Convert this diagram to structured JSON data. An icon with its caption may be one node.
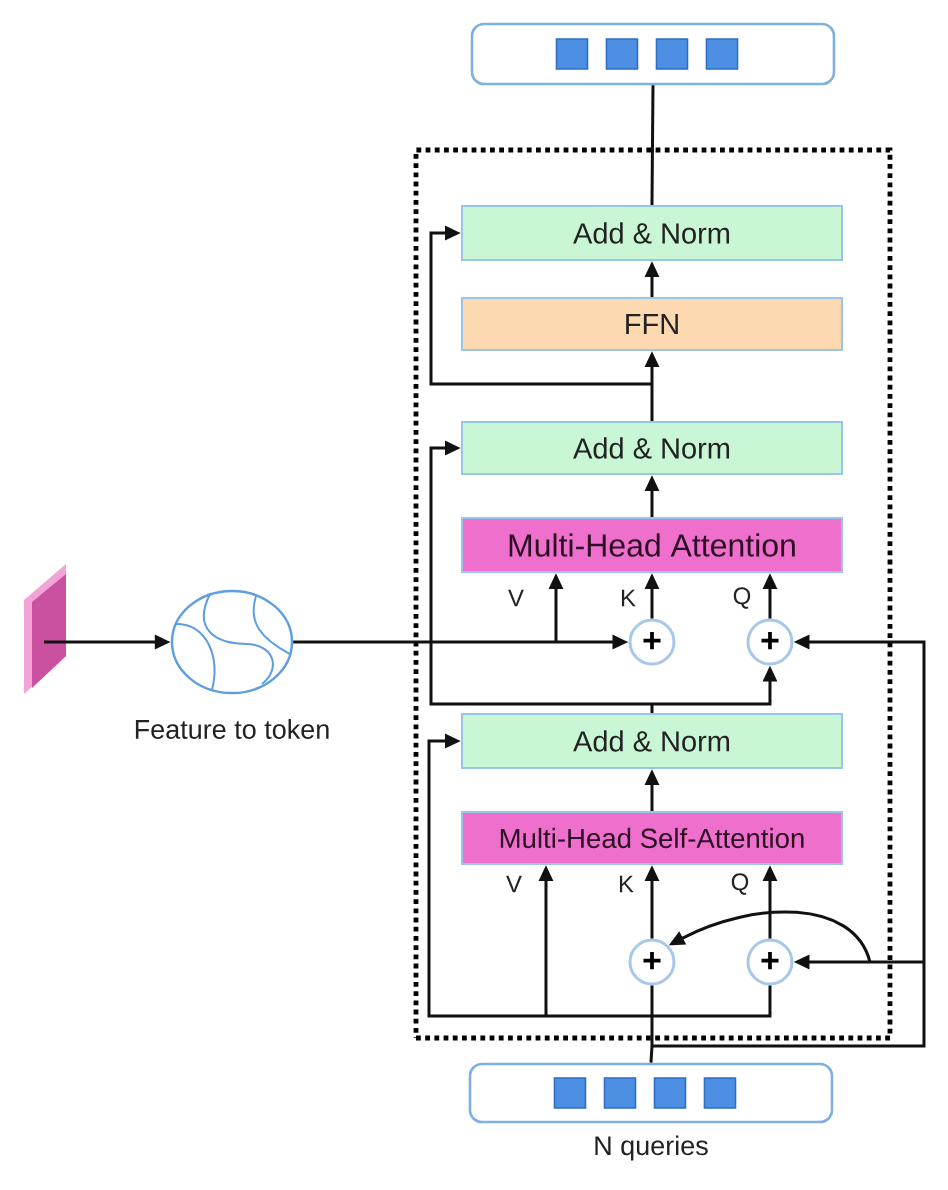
{
  "diagram": {
    "nodes": [
      {
        "text": [],
        "shape": "box"
      },
      {
        "text": [],
        "shape": "box"
      },
      {
        "text": [
          "Add & Norm"
        ],
        "in": 1
      },
      {
        "text": [
          "FFN"
        ],
        "in": 1
      },
      {
        "text": [
          "Add & Norm"
        ],
        "in": 1
      },
      {
        "text": [
          "Multi-Head Attention"
        ],
        "in": 1
      },
      {
        "text": [
          "+"
        ],
        "in": 1
      },
      {
        "text": [
          "+"
        ],
        "in": 1
      },
      {
        "text": [
          "Add & Norm"
        ],
        "in": 1
      },
      {
        "text": [
          "Multi-Head Self-Attention"
        ],
        "in": 1
      },
      {
        "text": [
          "+"
        ],
        "in": 1
      },
      {
        "text": [
          "+"
        ],
        "in": 1
      },
      {
        "text": [],
        "shape": "picture"
      },
      {
        "text": [],
        "shape": "circle",
        "beside": [
          "Feature to token"
        ]
      },
      {
        "text": [],
        "shape": "box",
        "beside": [
          "N queries"
        ]
      }
    ],
    "edges": [
      {
        "from": 12,
        "to": 13,
        "arrow": "to"
      },
      {
        "from": 13,
        "to": 6,
        "arrow": "to"
      },
      {
        "from": 13,
        "to": 5,
        "arrow": "to",
        "label": "V"
      },
      {
        "from": 6,
        "to": 5,
        "arrow": "to",
        "label": "K"
      },
      {
        "from": 7,
        "to": 5,
        "arrow": "to",
        "label": "Q"
      },
      {
        "from": 5,
        "to": 4,
        "arrow": "to"
      },
      {
        "from": 4,
        "to": 3,
        "arrow": "to"
      },
      {
        "from": 3,
        "to": 2,
        "arrow": "to"
      },
      {
        "from": 2,
        "to": 0,
        "arrow": "none"
      },
      {
        "from": 4,
        "to": 2,
        "arrow": "to"
      },
      {
        "from": 8,
        "to": 4,
        "arrow": "to"
      },
      {
        "from": 8,
        "to": 7,
        "arrow": "to"
      },
      {
        "from": 9,
        "to": 8,
        "arrow": "to"
      },
      {
        "from": 14,
        "to": 8,
        "arrow": "to"
      },
      {
        "from": 14,
        "to": 9,
        "arrow": "to",
        "label": "V"
      },
      {
        "from": 14,
        "to": 10,
        "arrow": "none"
      },
      {
        "from": 10,
        "to": 9,
        "arrow": "to",
        "label": "K"
      },
      {
        "from": 14,
        "to": 11,
        "arrow": "none"
      },
      {
        "from": 11,
        "to": 9,
        "arrow": "to",
        "label": "Q"
      },
      {
        "from": 14,
        "to": 11,
        "arrow": "to"
      },
      {
        "from": 14,
        "to": 10,
        "arrow": "to"
      },
      {
        "from": 14,
        "to": 7,
        "arrow": "to"
      }
    ]
  }
}
